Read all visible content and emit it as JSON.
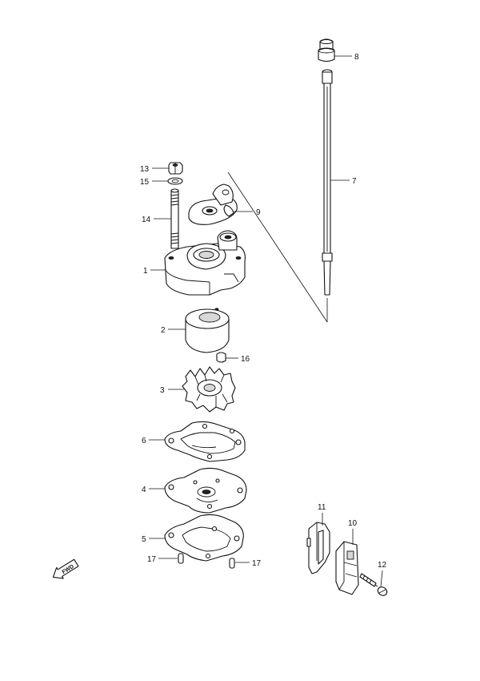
{
  "callouts": {
    "c1": "1",
    "c2": "2",
    "c3": "3",
    "c4": "4",
    "c5": "5",
    "c6": "6",
    "c7": "7",
    "c8": "8",
    "c9": "9",
    "c10": "10",
    "c11": "11",
    "c12": "12",
    "c13": "13",
    "c14": "14",
    "c15": "15",
    "c16": "16",
    "c17a": "17",
    "c17b": "17"
  },
  "fwd_label": "FWD"
}
